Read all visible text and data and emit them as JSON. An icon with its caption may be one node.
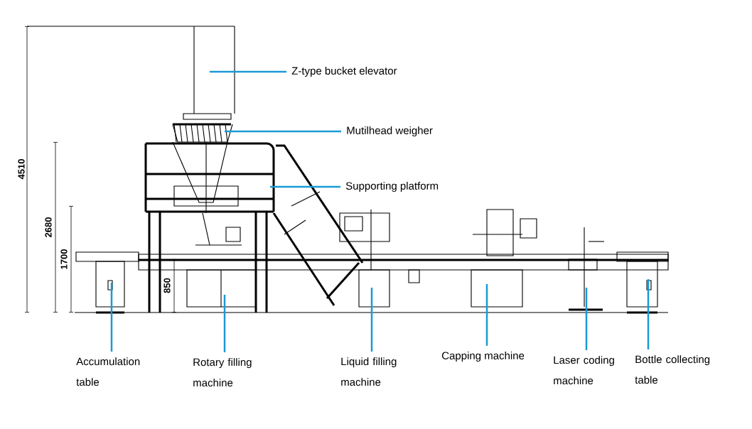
{
  "diagram": {
    "nodes": [
      {
        "text": [
          "Z-type bucket elevator"
        ]
      },
      {
        "text": [
          "Mutilhead weigher"
        ]
      },
      {
        "text": [
          "Supporting platform"
        ]
      },
      {
        "text": [
          "Accumulation table"
        ]
      },
      {
        "text": [
          "Rotary filling machine"
        ]
      },
      {
        "text": [
          "Liquid filling machine"
        ]
      },
      {
        "text": [
          "Capping machine"
        ]
      },
      {
        "text": [
          "Laser coding machine"
        ]
      },
      {
        "text": [
          "Bottle collecting table"
        ]
      }
    ],
    "edges": [
      {
        "from": 0,
        "to": null,
        "arrow": "none"
      },
      {
        "from": 1,
        "to": null,
        "arrow": "none"
      },
      {
        "from": 2,
        "to": null,
        "arrow": "none"
      },
      {
        "from": 3,
        "to": null,
        "arrow": "none"
      },
      {
        "from": 4,
        "to": null,
        "arrow": "none"
      },
      {
        "from": 5,
        "to": null,
        "arrow": "none"
      },
      {
        "from": 6,
        "to": null,
        "arrow": "none"
      },
      {
        "from": 7,
        "to": null,
        "arrow": "none"
      },
      {
        "from": 8,
        "to": null,
        "arrow": "none"
      }
    ],
    "labels": [
      "4510",
      "2680",
      "1700",
      "850"
    ]
  }
}
